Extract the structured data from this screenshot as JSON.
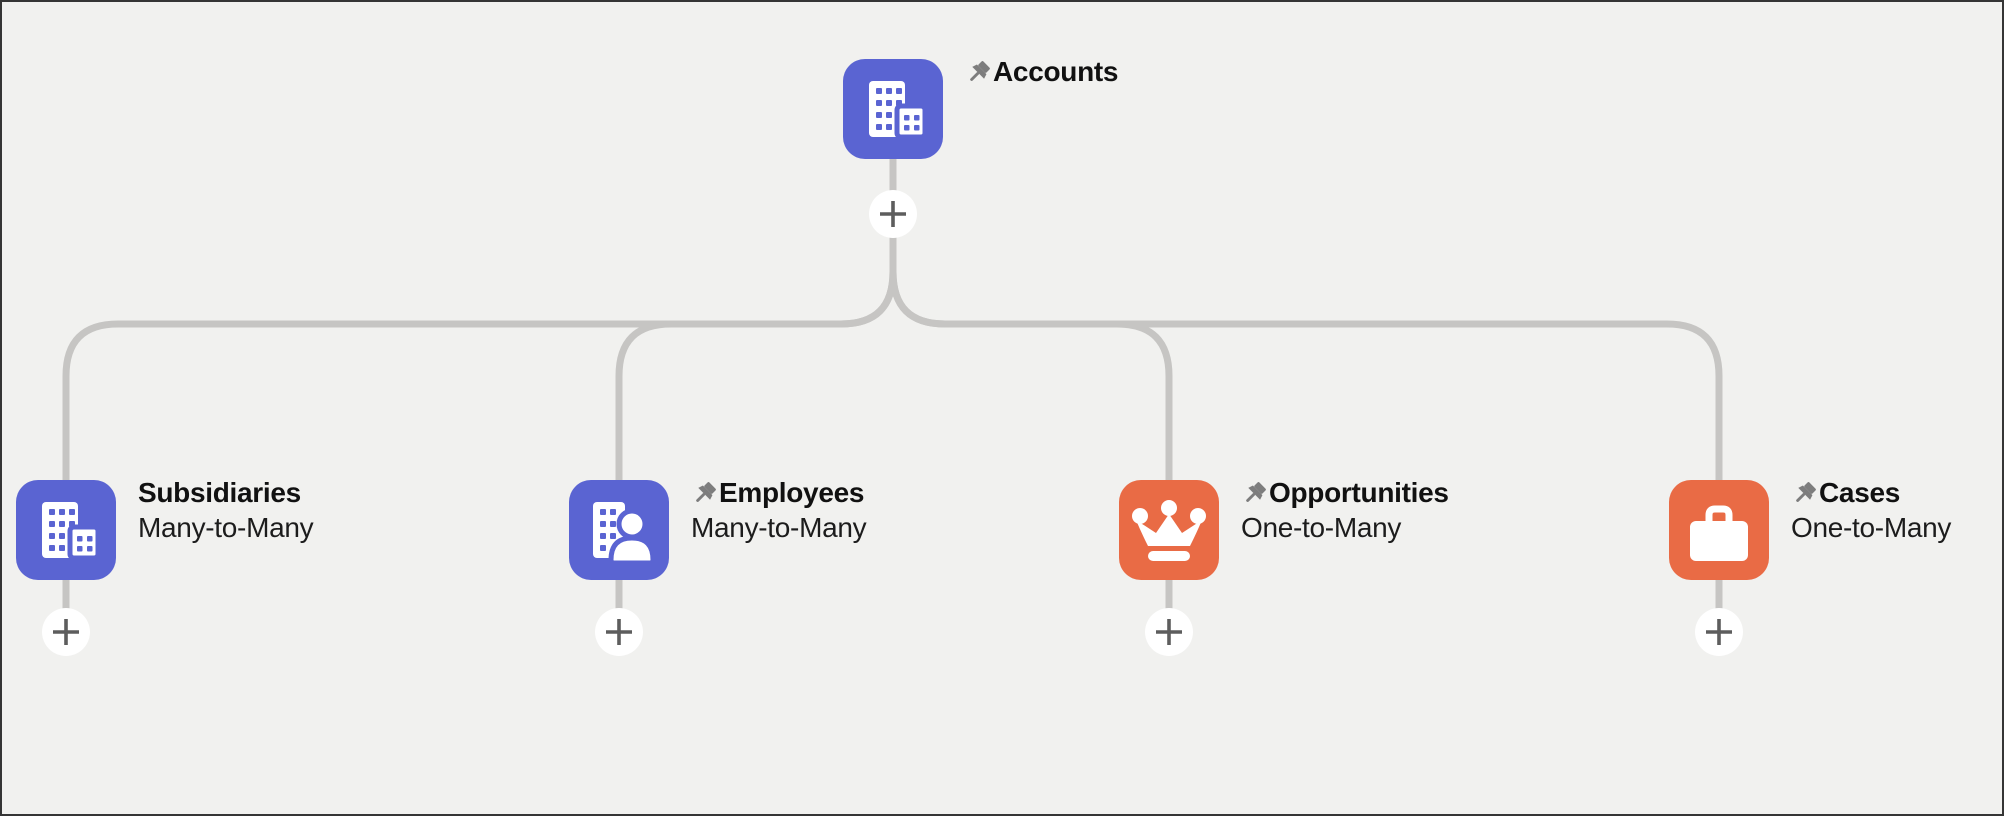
{
  "colors": {
    "bg": "#f1f1ef",
    "frame_border": "#353535",
    "connector_line": "#c6c5c3",
    "indigo": "#5a64d2",
    "orange": "#e96b45",
    "add_glyph": "#5d5d5d",
    "pin": "#7d7d7d",
    "title_text": "#111111",
    "subtitle_text": "#1c1c1c"
  },
  "diagram": {
    "root": {
      "label": "Accounts",
      "pinned": true,
      "icon": "buildings-icon",
      "color": "#5a64d2"
    },
    "children": [
      {
        "label": "Subsidiaries",
        "relationship": "Many-to-Many",
        "pinned": false,
        "icon": "buildings-icon",
        "color": "#5a64d2"
      },
      {
        "label": "Employees",
        "relationship": "Many-to-Many",
        "pinned": true,
        "icon": "building-person-icon",
        "color": "#5a64d2"
      },
      {
        "label": "Opportunities",
        "relationship": "One-to-Many",
        "pinned": true,
        "icon": "crown-icon",
        "color": "#e96b45"
      },
      {
        "label": "Cases",
        "relationship": "One-to-Many",
        "pinned": true,
        "icon": "briefcase-icon",
        "color": "#e96b45"
      }
    ],
    "add_button_glyph": "+"
  }
}
